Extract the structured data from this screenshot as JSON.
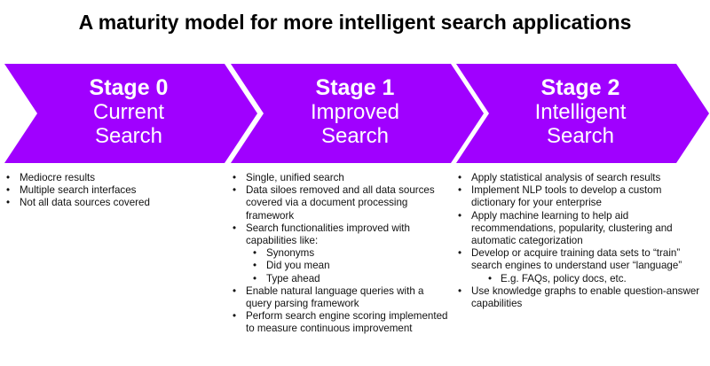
{
  "title": "A maturity model for more intelligent search applications",
  "colors": {
    "chevron": "#a000ff",
    "text": "#111111"
  },
  "stages": [
    {
      "name": "Stage 0",
      "line1": "Current",
      "line2": "Search",
      "bullets": [
        "Mediocre results",
        "Multiple search interfaces",
        "Not all data sources covered"
      ]
    },
    {
      "name": "Stage 1",
      "line1": "Improved",
      "line2": "Search",
      "bullets": [
        "Single, unified search",
        "Data siloes removed and all data sources covered via a document processing framework",
        "Search functionalities improved with capabilities like:",
        "Synonyms",
        "Did you mean",
        "Type ahead",
        "Enable natural language queries with a query parsing framework",
        "Perform search engine scoring implemented to measure continuous improvement"
      ]
    },
    {
      "name": "Stage 2",
      "line1": "Intelligent",
      "line2": "Search",
      "bullets": [
        "Apply statistical analysis of search results",
        "Implement NLP tools to develop a custom dictionary for your enterprise",
        "Apply machine learning to help aid recommendations, popularity, clustering and automatic categorization",
        "Develop or acquire training data sets to “train” search engines to understand user “language”",
        "E.g. FAQs, policy docs, etc.",
        "Use knowledge graphs to enable question-answer capabilities"
      ]
    }
  ]
}
